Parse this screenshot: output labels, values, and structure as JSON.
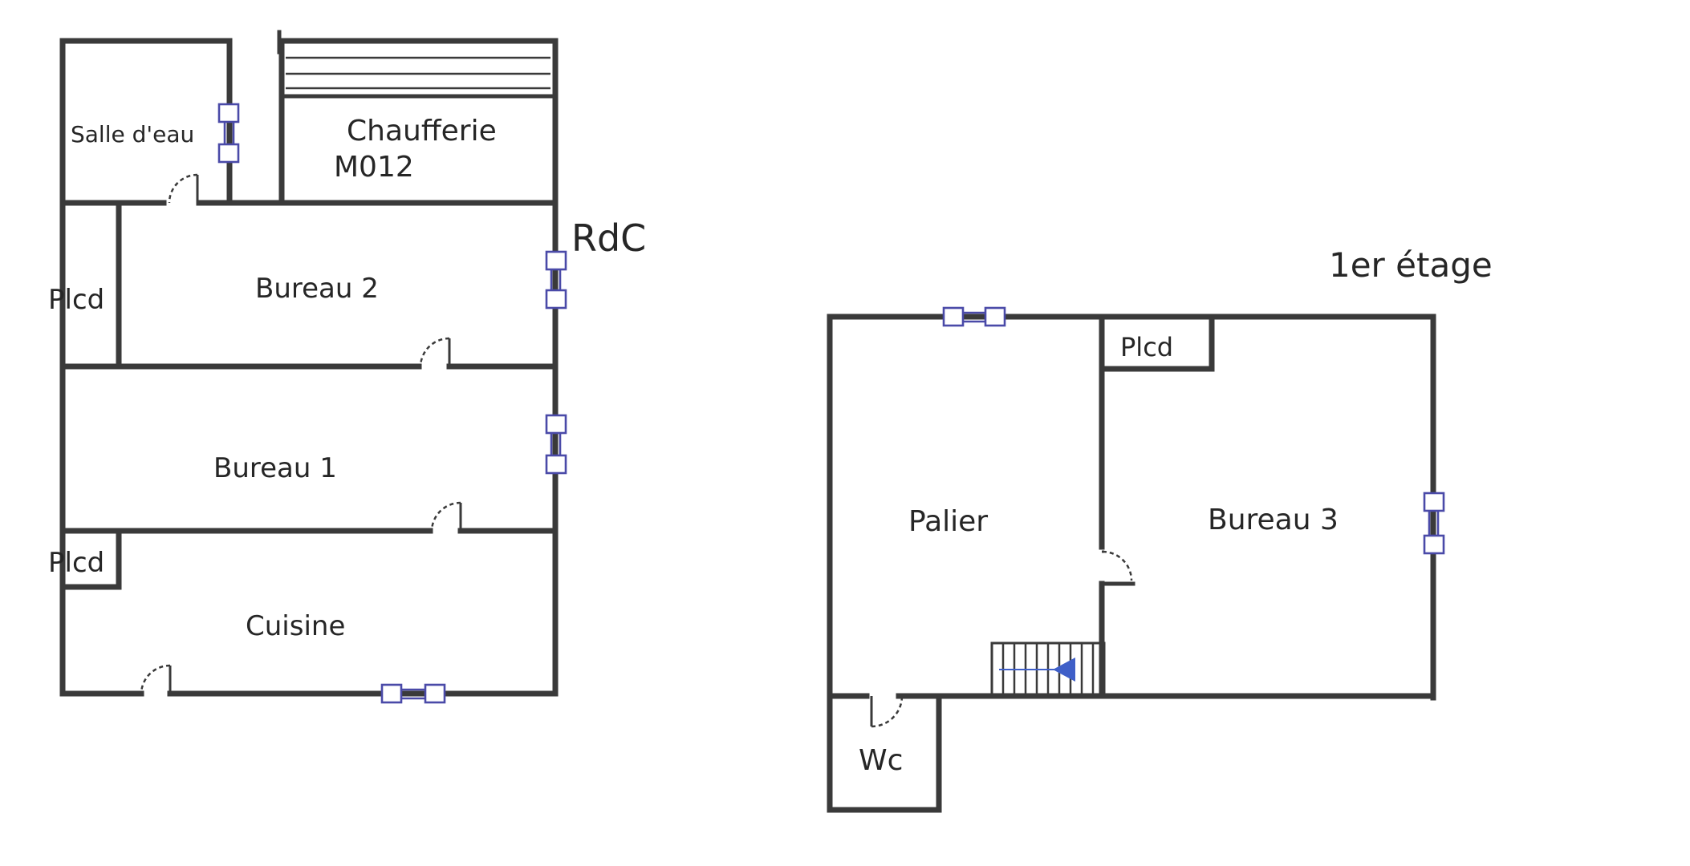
{
  "plan": {
    "rdc": {
      "level_label": "RdC",
      "rooms": {
        "salle_deau": "Salle d'eau",
        "chaufferie": "Chaufferie",
        "chaufferie_code": "M012",
        "bureau_2": "Bureau 2",
        "bureau_1": "Bureau 1",
        "cuisine": "Cuisine",
        "placard_1": "Plcd",
        "placard_2": "Plcd"
      }
    },
    "etage": {
      "level_label": "1er étage",
      "rooms": {
        "palier": "Palier",
        "bureau_3": "Bureau 3",
        "placard": "Plcd",
        "wc": "Wc"
      }
    },
    "colors": {
      "wall": "#3a3a3a",
      "window": "#4a4aa8",
      "stair_arrow": "#3f5fc8",
      "text": "#262626"
    }
  }
}
